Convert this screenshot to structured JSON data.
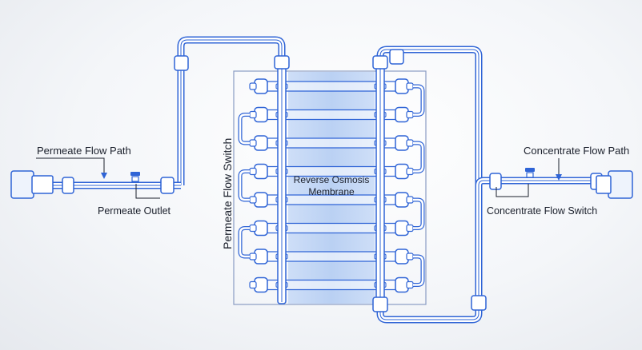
{
  "labels": {
    "permeate_flow_path": "Permeate Flow Path",
    "permeate_outlet": "Permeate Outlet",
    "permeate_flow_switch": "Permeate Flow Switch",
    "membrane_line1": "Reverse Osmosis",
    "membrane_line2": "Membrane",
    "concentrate_flow_path": "Concentrate Flow Path",
    "concentrate_flow_switch": "Concentrate Flow Switch"
  },
  "colors": {
    "pipe_stroke": "#2f64d6",
    "pipe_fill": "#ffffff",
    "membrane_fill": "#bcd3f5",
    "frame_stroke": "#6f86b8",
    "text": "#1a1f2b"
  },
  "membrane_module_count": 8,
  "icons": [
    "permeate-valve-icon",
    "concentrate-valve-icon",
    "arrow-down-icon"
  ]
}
